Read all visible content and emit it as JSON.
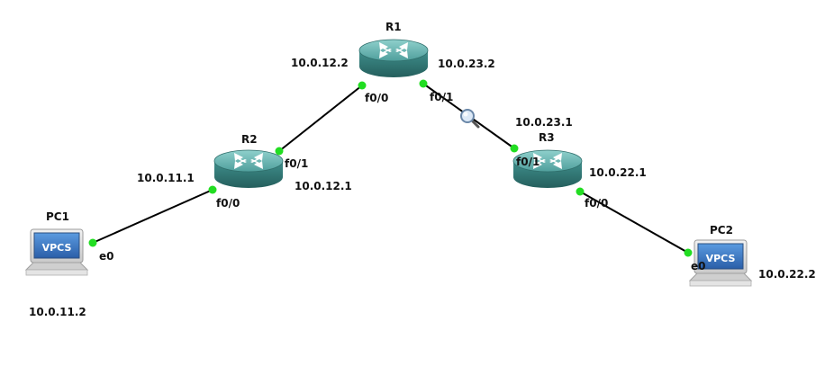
{
  "topology": {
    "devices": [
      {
        "id": "R1",
        "name": "R1",
        "type": "router"
      },
      {
        "id": "R2",
        "name": "R2",
        "type": "router"
      },
      {
        "id": "R3",
        "name": "R3",
        "type": "router"
      },
      {
        "id": "PC1",
        "name": "PC1",
        "type": "vpcs",
        "screen_text": "VPCS"
      },
      {
        "id": "PC2",
        "name": "PC2",
        "type": "vpcs",
        "screen_text": "VPCS"
      }
    ],
    "links": [
      {
        "a": "R1",
        "a_port": "f0/0",
        "b": "R2",
        "b_port": "f0/1",
        "status": "up"
      },
      {
        "a": "R1",
        "a_port": "f0/1",
        "b": "R3",
        "b_port": "f0/1",
        "status": "up",
        "capture": true
      },
      {
        "a": "R2",
        "a_port": "f0/0",
        "b": "PC1",
        "b_port": "e0",
        "status": "up"
      },
      {
        "a": "R3",
        "a_port": "f0/0",
        "b": "PC2",
        "b_port": "e0",
        "status": "up"
      }
    ],
    "ip_labels": {
      "r1_f00": "10.0.12.2",
      "r1_f01": "10.0.23.2",
      "r2_f01": "10.0.12.1",
      "r2_f00": "10.0.11.1",
      "r3_f01": "10.0.23.1",
      "r3_f00": "10.0.22.1",
      "pc1": "10.0.11.2",
      "pc2": "10.0.22.2"
    },
    "port_labels": {
      "r1_f00": "f0/0",
      "r1_f01": "f0/1",
      "r2_f01": "f0/1",
      "r2_f00": "f0/0",
      "r3_f01": "f0/1",
      "r3_f00": "f0/0",
      "pc1_e0": "e0",
      "pc2_e0": "e0"
    },
    "colors": {
      "link": "#000000",
      "status_up": "#22dd22",
      "router_body": "#3d8f8f",
      "router_top": "#6ab7b4",
      "vpcs_screen": "#3a78c2"
    }
  }
}
